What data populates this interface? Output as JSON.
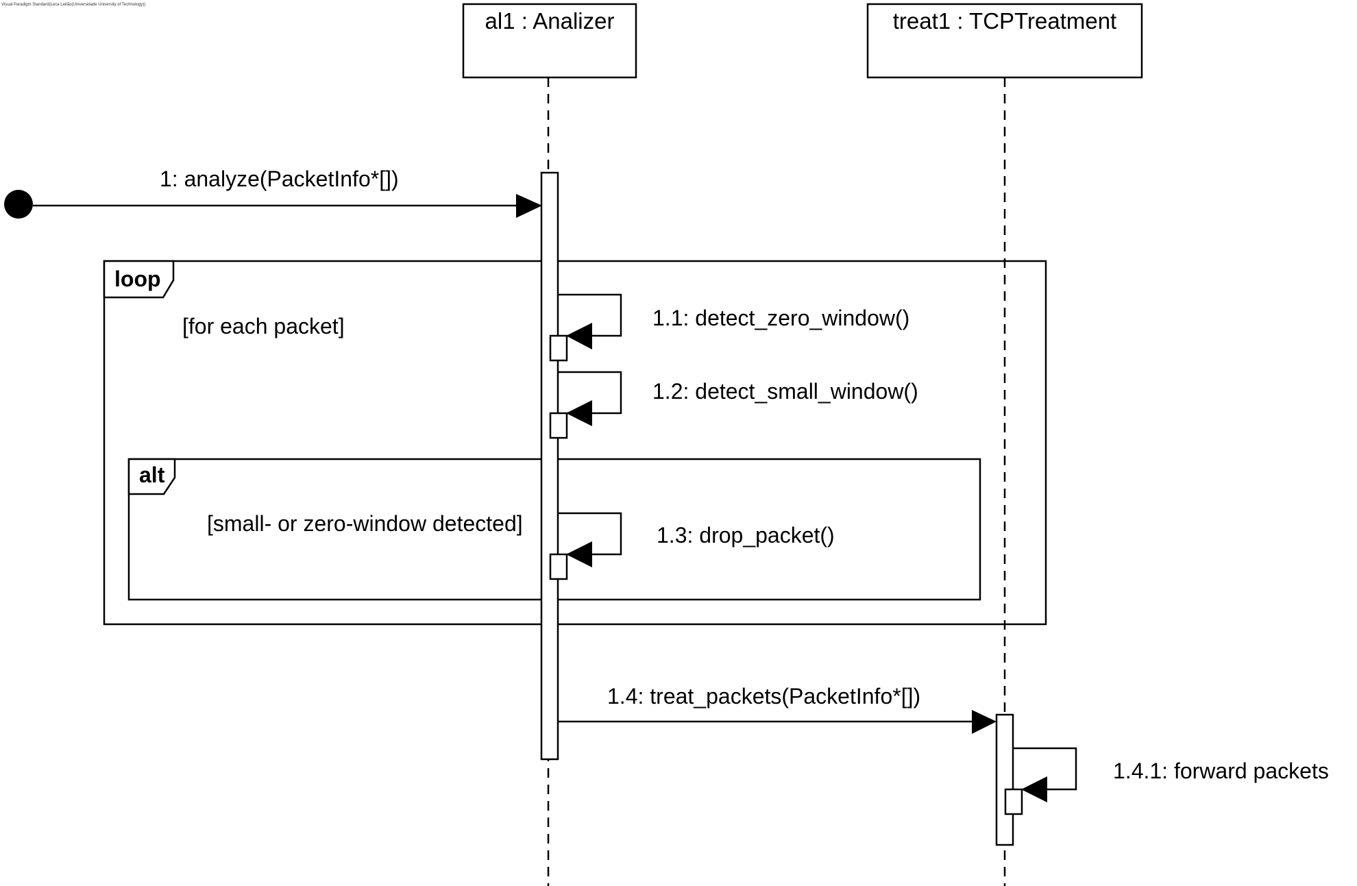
{
  "watermark": "Visual Paradigm Standard(Leca Leitão(Universidade University of Technology))",
  "lifelines": [
    {
      "id": "al1",
      "label": "al1 : Analizer"
    },
    {
      "id": "treat1",
      "label": "treat1 : TCPTreatment"
    }
  ],
  "messages": [
    {
      "id": "m1",
      "label": "1: analyze(PacketInfo*[])"
    },
    {
      "id": "m11",
      "label": "1.1: detect_zero_window()"
    },
    {
      "id": "m12",
      "label": "1.2: detect_small_window()"
    },
    {
      "id": "m13",
      "label": "1.3: drop_packet()"
    },
    {
      "id": "m14",
      "label": "1.4: treat_packets(PacketInfo*[])"
    },
    {
      "id": "m141",
      "label": "1.4.1: forward packets"
    }
  ],
  "fragments": {
    "loop": {
      "operator": "loop",
      "guard": "[for each packet]"
    },
    "alt": {
      "operator": "alt",
      "guard": "[small- or zero-window detected]"
    }
  }
}
